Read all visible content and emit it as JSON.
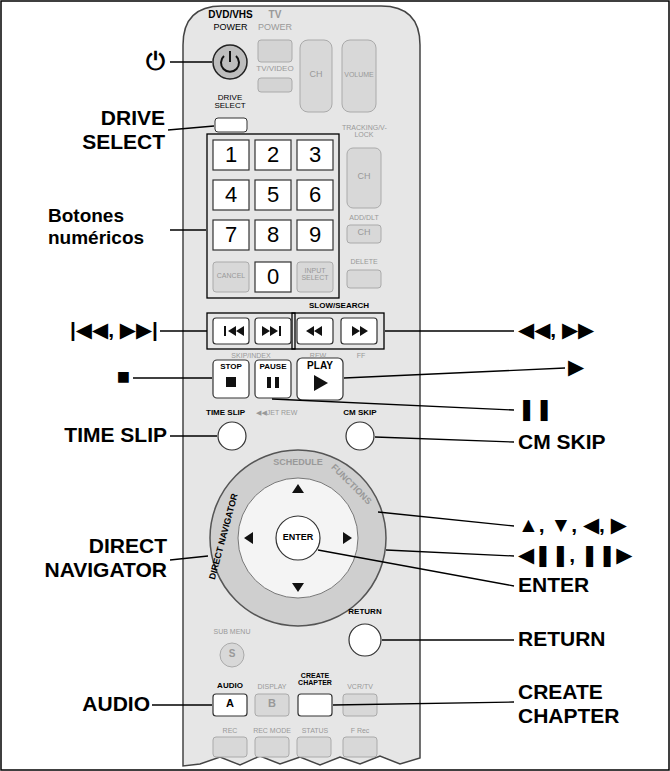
{
  "diagram": {
    "labels": [
      "⏻",
      "DRIVE SELECT",
      "Botones numéricos",
      "|◀◀, ▶▶|",
      "■",
      "TIME SLIP",
      "DIRECT NAVIGATOR",
      "AUDIO",
      "◀◀, ▶▶",
      "▶",
      "❚❚",
      "CM SKIP",
      "▲, ▼, ◀, ▶",
      "◀❚❚, ❚❚▶",
      "ENTER",
      "RETURN",
      "CREATE CHAPTER",
      "DVD/VHS",
      "POWER",
      "TV",
      "POWER",
      "DRIVE SELECT",
      "TV/VIDEO",
      "CH",
      "VOLUME",
      "TRACKING/V-LOCK",
      "CH",
      "ADD/DLT",
      "CH",
      "1",
      "2",
      "3",
      "4",
      "5",
      "6",
      "7",
      "8",
      "9",
      "0",
      "CANCEL",
      "INPUT SELECT",
      "DELETE",
      "SKIP/INDEX",
      "SLOW/SEARCH",
      "REW",
      "FF",
      "STOP",
      "PAUSE",
      "PLAY",
      "TIME SLIP",
      "◀◀JET REW",
      "CM SKIP",
      "SCHEDULE",
      "FUNCTIONS",
      "DIRECT NAVIGATOR",
      "ENTER",
      "SUB MENU",
      "S",
      "RETURN",
      "AUDIO",
      "A",
      "DISPLAY",
      "B",
      "CREATE CHAPTER",
      "VCR/TV",
      "REC",
      "REC MODE",
      "STATUS",
      "F Rec"
    ]
  }
}
